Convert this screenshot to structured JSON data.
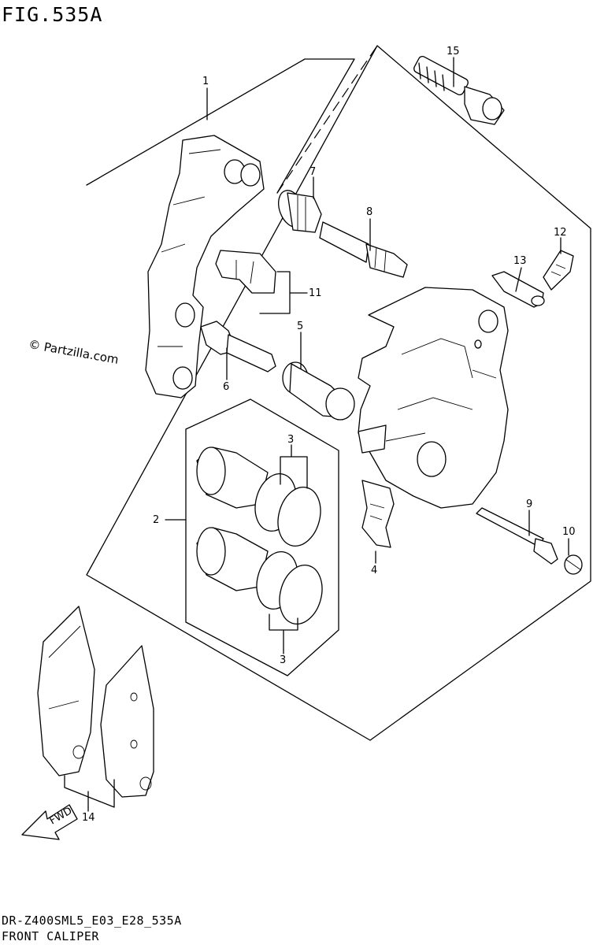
{
  "figure": {
    "title": "FIG.535A",
    "model_code": "DR-Z400SML5_E03_E28_535A",
    "caption": "FRONT CALIPER",
    "watermark": "© Partzilla.com",
    "arrow_label": "FWD"
  },
  "callouts": [
    {
      "id": "part-1",
      "label": "1"
    },
    {
      "id": "part-2",
      "label": "2"
    },
    {
      "id": "part-3-top",
      "label": "3"
    },
    {
      "id": "part-3-bottom",
      "label": "3"
    },
    {
      "id": "part-4",
      "label": "4"
    },
    {
      "id": "part-5",
      "label": "5"
    },
    {
      "id": "part-6",
      "label": "6"
    },
    {
      "id": "part-7",
      "label": "7"
    },
    {
      "id": "part-8",
      "label": "8"
    },
    {
      "id": "part-9",
      "label": "9"
    },
    {
      "id": "part-10",
      "label": "10"
    },
    {
      "id": "part-11",
      "label": "11"
    },
    {
      "id": "part-12",
      "label": "12"
    },
    {
      "id": "part-13",
      "label": "13"
    },
    {
      "id": "part-14",
      "label": "14"
    },
    {
      "id": "part-15",
      "label": "15"
    }
  ]
}
